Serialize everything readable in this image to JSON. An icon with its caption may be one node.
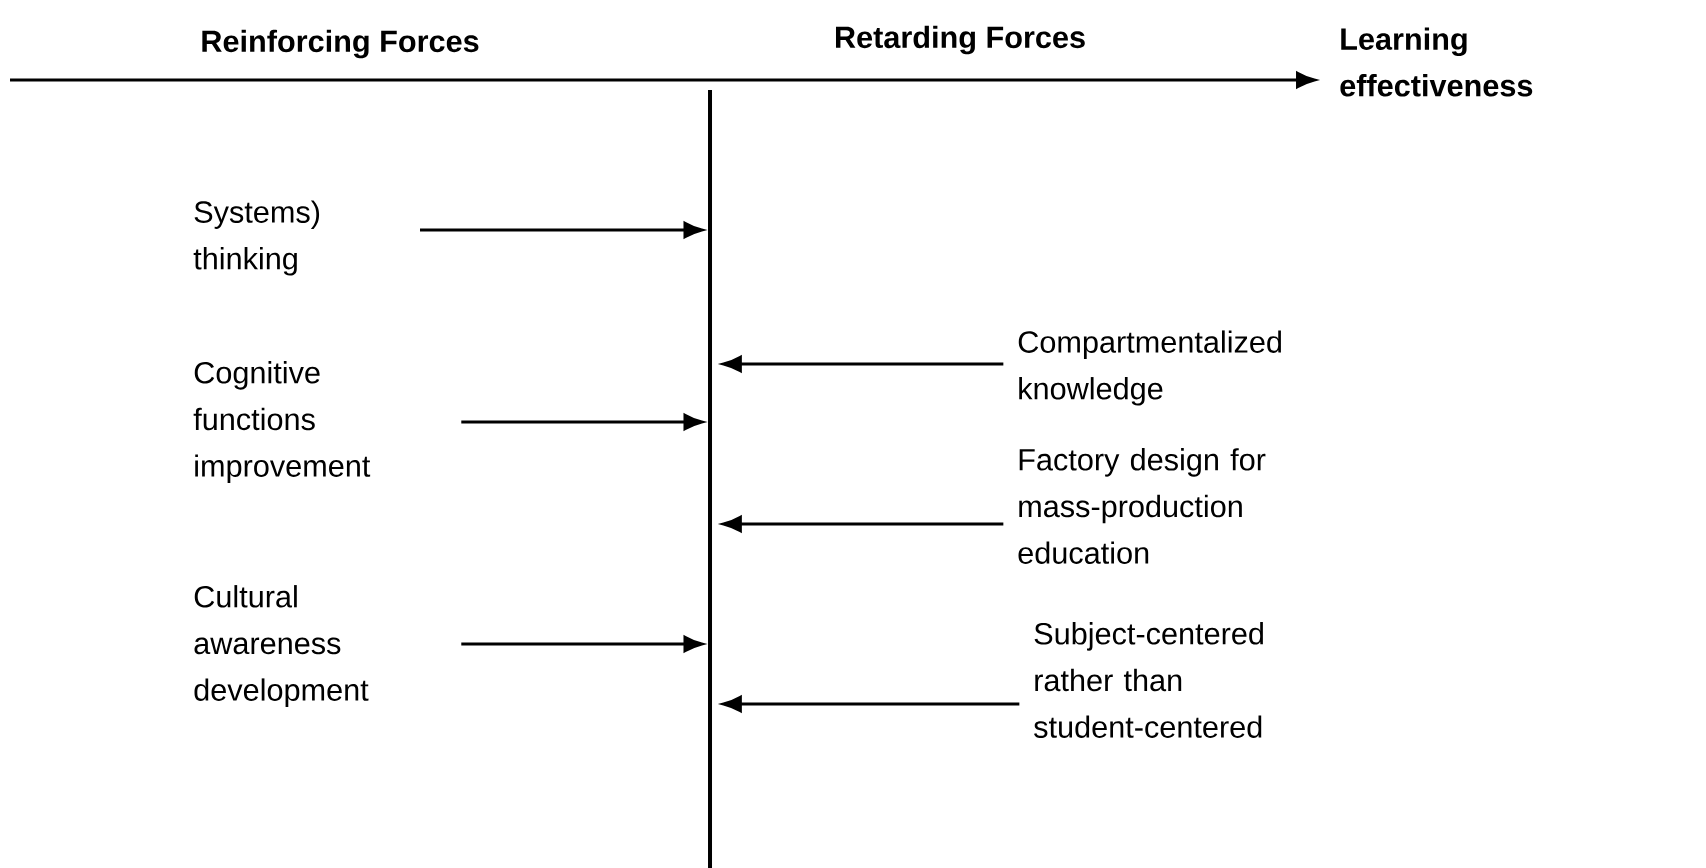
{
  "diagram": {
    "nodes": [
      {
        "text": [
          "Learning effectiveness"
        ]
      },
      {
        "text": [],
        "shape": "bar"
      },
      {
        "text": [
          "Systems) thinking"
        ]
      },
      {
        "text": [
          "Compartmentalized knowledge"
        ]
      },
      {
        "text": [
          "Cognitive functions improvement"
        ]
      },
      {
        "text": [
          "Factory design for mass-production education"
        ]
      },
      {
        "text": [
          "Cultural awareness development"
        ]
      },
      {
        "text": [
          "Subject-centered rather than student-centered"
        ]
      }
    ],
    "edges": [
      {
        "from": null,
        "to": 0,
        "arrow": "to"
      },
      {
        "from": 2,
        "to": 1,
        "arrow": "to"
      },
      {
        "from": 3,
        "to": 1,
        "arrow": "to"
      },
      {
        "from": 4,
        "to": 1,
        "arrow": "to"
      },
      {
        "from": 5,
        "to": 1,
        "arrow": "to"
      },
      {
        "from": 6,
        "to": 1,
        "arrow": "to"
      },
      {
        "from": 7,
        "to": 1,
        "arrow": "to"
      }
    ],
    "labels": [
      "Reinforcing Forces",
      "Retarding Forces"
    ]
  }
}
